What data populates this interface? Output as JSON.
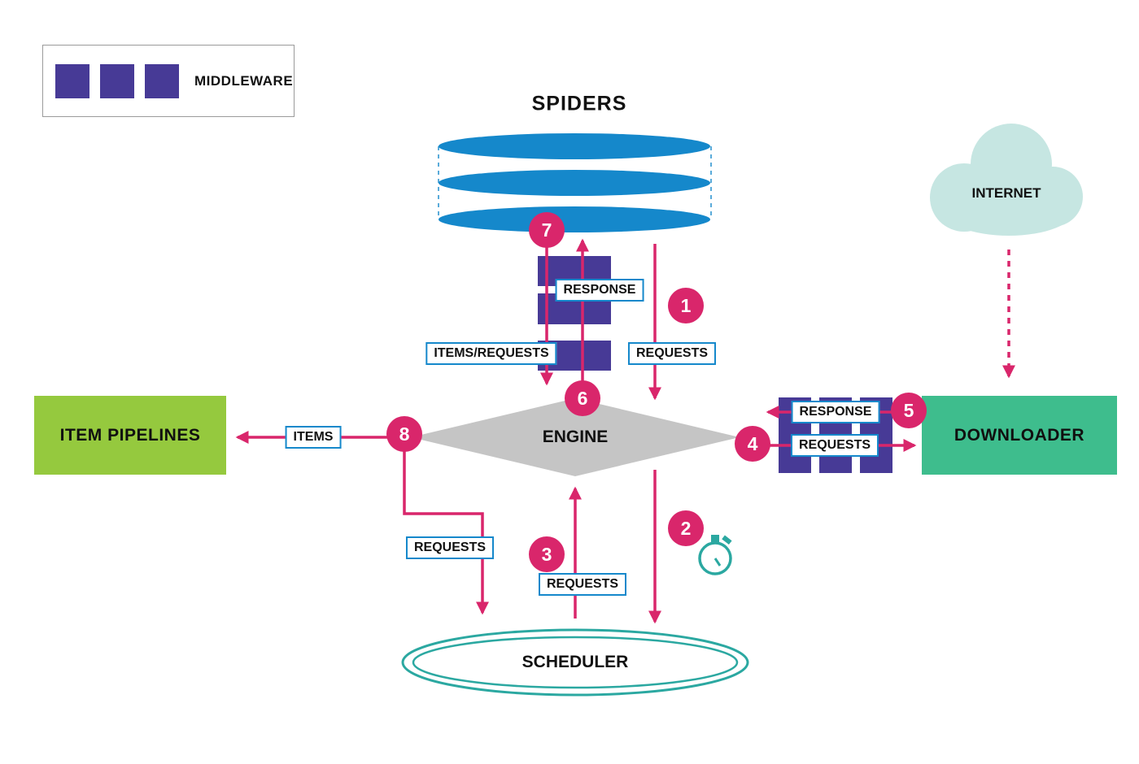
{
  "colors": {
    "accent_pink": "#d9266b",
    "middleware_purple": "#473a96",
    "spider_blue": "#1588cb",
    "pipelines_green": "#95c93e",
    "downloader_green": "#3ebd8d",
    "engine_gray": "#c5c5c5",
    "scheduler_teal": "#2ba8a1",
    "cloud_teal": "#c6e6e2"
  },
  "icons": {
    "middleware_swatch": "purple-square",
    "timer": "stopwatch-icon",
    "cloud": "cloud-shape"
  },
  "legend": {
    "label": "MIDDLEWARE"
  },
  "nodes": {
    "spiders": "SPIDERS",
    "internet": "INTERNET",
    "engine": "ENGINE",
    "item_pipelines": "ITEM PIPELINES",
    "downloader": "DOWNLOADER",
    "scheduler": "SCHEDULER"
  },
  "labels": {
    "response_spiders": "RESPONSE",
    "items_requests": "ITEMS/REQUESTS",
    "requests_from_spiders": "REQUESTS",
    "items": "ITEMS",
    "response_downloader": "RESPONSE",
    "requests_downloader": "REQUESTS",
    "requests_engine_to_scheduler": "REQUESTS",
    "requests_scheduler_to_engine": "REQUESTS"
  },
  "steps": {
    "s1": "1",
    "s2": "2",
    "s3": "3",
    "s4": "4",
    "s5": "5",
    "s6": "6",
    "s7": "7",
    "s8": "8"
  }
}
